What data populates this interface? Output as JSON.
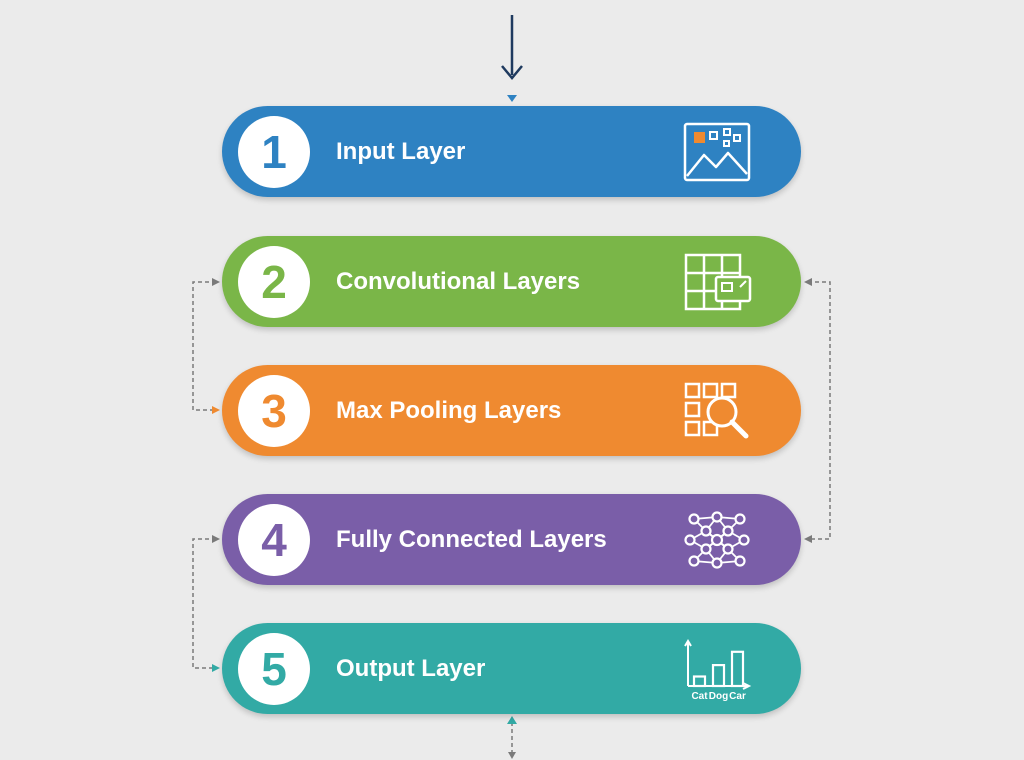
{
  "layers": [
    {
      "number": "1",
      "label": "Input Layer",
      "color": "#2e82c2",
      "icon": "image-icon"
    },
    {
      "number": "2",
      "label": "Convolutional Layers",
      "color": "#7ab648",
      "icon": "grid-feature-map-icon"
    },
    {
      "number": "3",
      "label": "Max Pooling Layers",
      "color": "#ef8a30",
      "icon": "grid-magnifier-icon"
    },
    {
      "number": "4",
      "label": "Fully Connected Layers",
      "color": "#7a5ea8",
      "icon": "neural-network-icon"
    },
    {
      "number": "5",
      "label": "Output Layer",
      "color": "#32aaa5",
      "icon": "bar-chart-icon"
    }
  ],
  "output_chart": {
    "categories": [
      "Cat",
      "Dog",
      "Car"
    ],
    "values": [
      0.25,
      0.55,
      0.9
    ]
  },
  "connector_color": "#7a7a7a",
  "arrow_color": "#1f3a5f"
}
